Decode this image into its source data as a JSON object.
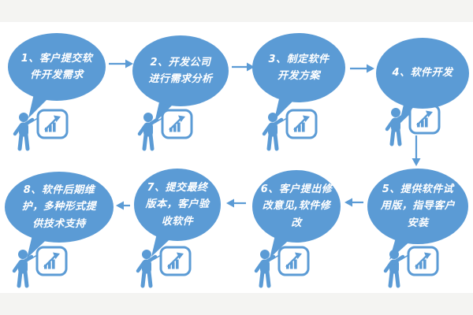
{
  "colors": {
    "bubble_blue": "#5b9bd5",
    "text_white": "#ffffff",
    "band_gray": "#f4f4f2",
    "background": "#ffffff"
  },
  "steps": [
    {
      "label": "1、客户提交软件开发需求"
    },
    {
      "label": "2、开发公司进行需求分析"
    },
    {
      "label": "3、制定软件开发方案"
    },
    {
      "label": "4、软件开发"
    },
    {
      "label": "5、提供软件试用版，指导客户安装"
    },
    {
      "label": "6、客户提出修改意见,软件修改"
    },
    {
      "label": "7、提交最终版本，客户验收软件"
    },
    {
      "label": "8、软件后期维护，多种形式提供技术支持"
    }
  ],
  "icons": {
    "presenter": "presenter-figure-with-board",
    "board": "presentation-board-icon",
    "chart": "rising-trend-chart-icon",
    "arrows": [
      "arrow-right-icon",
      "arrow-down-icon",
      "arrow-left-icon"
    ]
  }
}
